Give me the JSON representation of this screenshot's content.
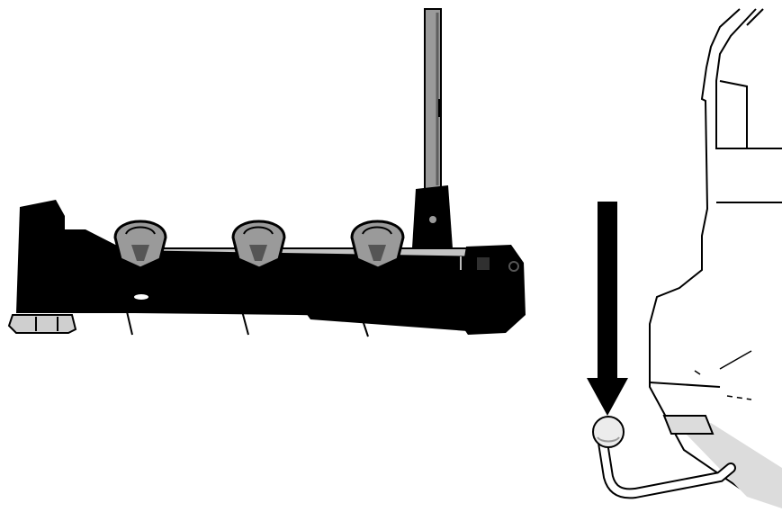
{
  "diagram": {
    "colors": {
      "background": "#ffffff",
      "carrier": "#000000",
      "pole": "#9a9a9a",
      "holder": "#b5b5b5",
      "car_outline": "#000000",
      "car_shading": "#dcdcdc",
      "arrow": "#000000"
    },
    "objects": {
      "bike_carrier": {
        "wheel_holder_count": 3
      },
      "tow_bar": {
        "ball": "tow-ball"
      },
      "arrow": {
        "direction": "down"
      },
      "vehicle": {
        "part": "rear-bumper"
      }
    }
  }
}
